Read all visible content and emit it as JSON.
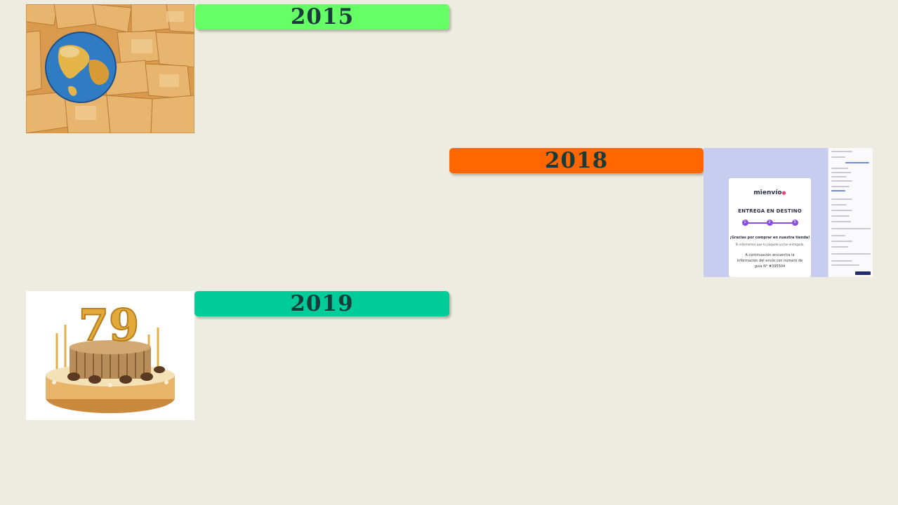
{
  "timeline": [
    {
      "year": "2015",
      "color": "#66ff66"
    },
    {
      "year": "2018",
      "color": "#ff6600"
    },
    {
      "year": "2019",
      "color": "#00cc99"
    }
  ],
  "images": {
    "boxes": {
      "name": "cardboard-boxes-globe-photo"
    },
    "screenshot": {
      "brand": "mienvío",
      "headline": "ENTREGA EN DESTINO",
      "steps": [
        "1",
        "2",
        "3"
      ],
      "thanks": "¡Gracias por comprar en nuestra tienda!",
      "inform": "Te informamos que tu paquete ya fue entregado.",
      "continuation": "A continuación encuentra la información del envío con número de guía N° #395504"
    },
    "cake": {
      "number": "79"
    }
  }
}
